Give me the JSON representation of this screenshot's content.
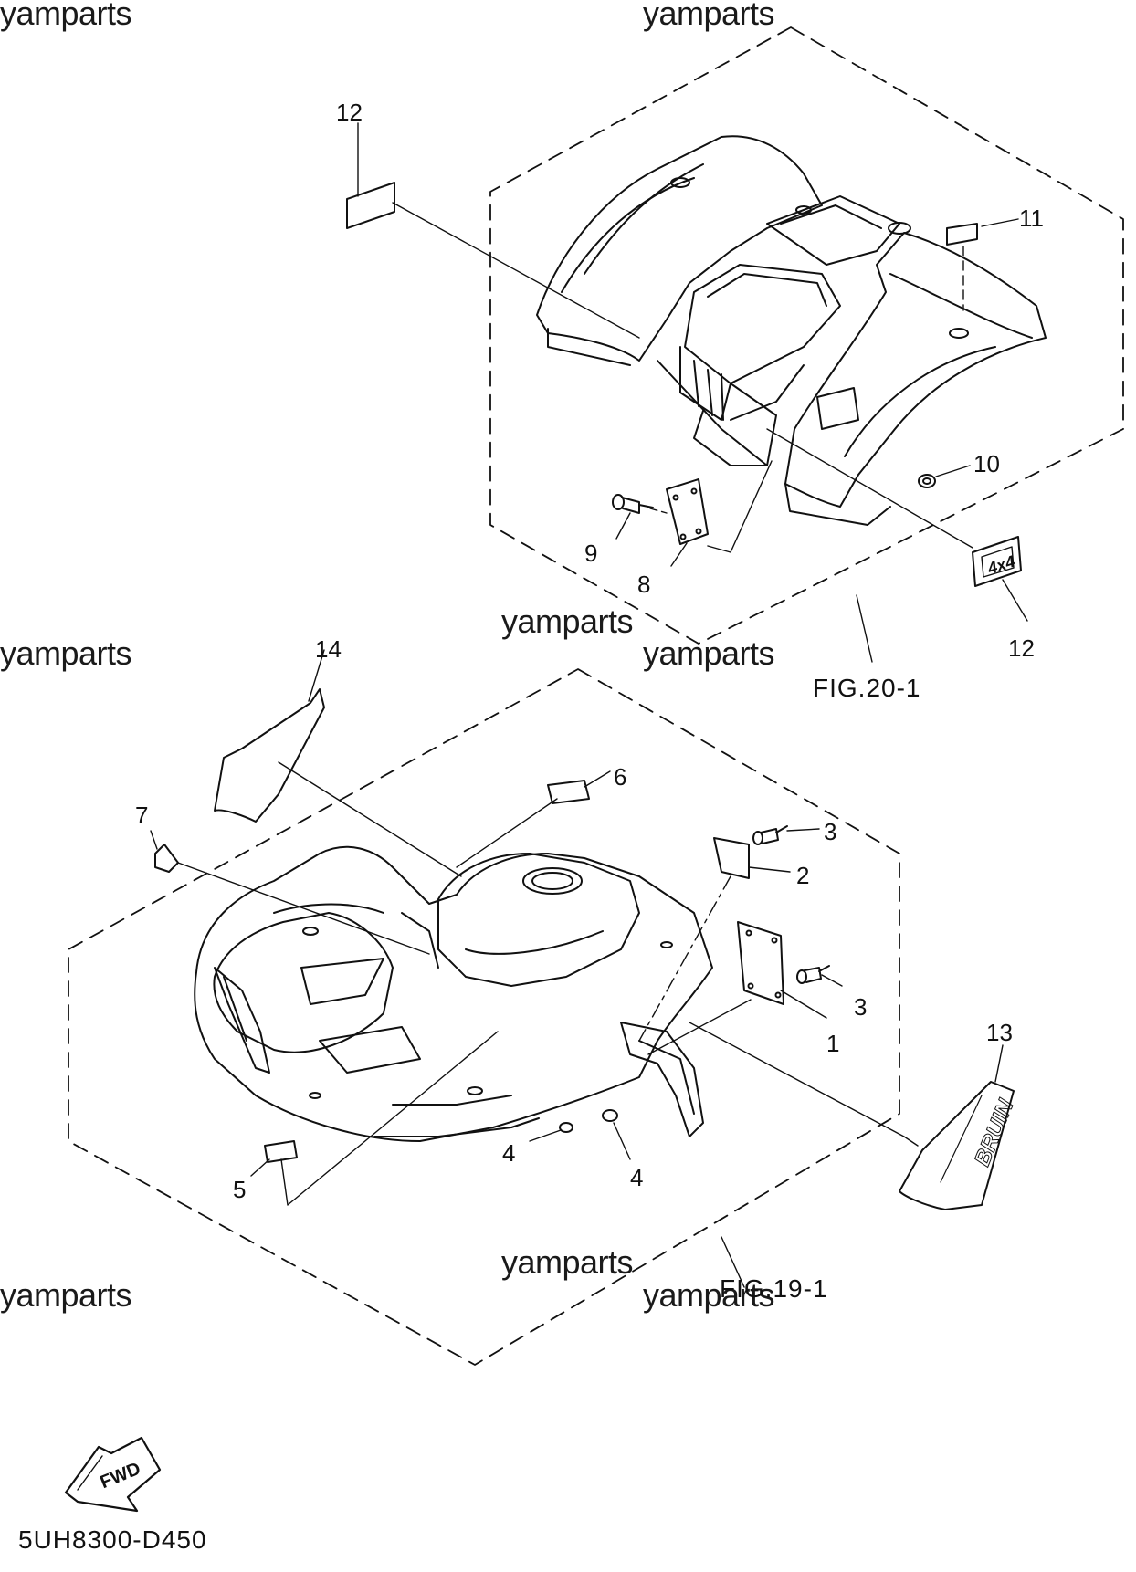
{
  "watermarks": [
    "yamparts",
    "yamparts",
    "yamparts",
    "yamparts",
    "yamparts",
    "yamparts",
    "yamparts",
    "yamparts"
  ],
  "figure_refs": {
    "upper": "FIG.20-1",
    "lower": "FIG.19-1"
  },
  "diagram_code": "5UH8300-D450",
  "fwd_label": "FWD",
  "decal_4x4_text": "4x4",
  "decal_bruin_text": "BRUIN",
  "parts": {
    "p1": "1",
    "p2": "2",
    "p3a": "3",
    "p3b": "3",
    "p4a": "4",
    "p4b": "4",
    "p5": "5",
    "p6": "6",
    "p7": "7",
    "p8": "8",
    "p9": "9",
    "p10": "10",
    "p11": "11",
    "p12a": "12",
    "p12b": "12",
    "p13": "13",
    "p14": "14"
  },
  "colors": {
    "line": "#111111",
    "background": "#ffffff"
  }
}
